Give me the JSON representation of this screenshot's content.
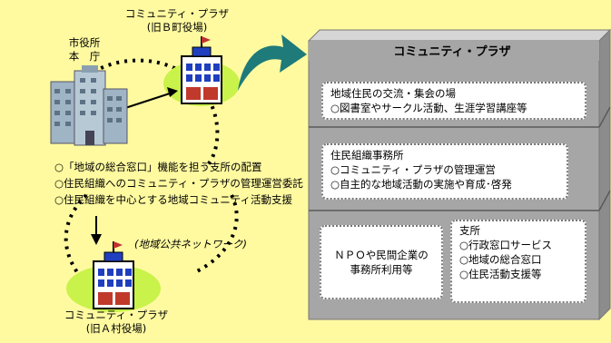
{
  "city_hall": {
    "line1": "市役所",
    "line2": "本　庁"
  },
  "plaza_b": {
    "line1": "コミュニティ・プラザ",
    "line2": "(旧Ｂ町役場)"
  },
  "plaza_a": {
    "line1": "コミュニティ・プラザ",
    "line2": "(旧Ａ村役場)"
  },
  "network_label": "(地域公共ネットワーク)",
  "bullets": [
    "○「地域の総合窓口」機能を担う支所の配置",
    "○住民組織へのコミュニティ・プラザの管理運営委託",
    "○住民組織を中心とする地域コミュニティ活動支援"
  ],
  "building": {
    "title": "コミュニティ・プラザ",
    "floor1": {
      "head": "地域住民の交流・集会の場",
      "item": "○図書室やサークル活動、生涯学習講座等"
    },
    "floor2": {
      "head": "住民組織事務所",
      "items": [
        "○コミュニティ・プラザの管理運営",
        "○自主的な地域活動の実施や育成･啓発"
      ]
    },
    "npo": {
      "line1": "ＮＰＯや民間企業の",
      "line2": "事務所利用等"
    },
    "branch": {
      "head": "支所",
      "items": [
        "○行政窓口サービス",
        "○地域の総合窓口",
        "○住民活動支援等"
      ]
    }
  },
  "colors": {
    "background": "#fffaa0",
    "building": "#a6a6a6",
    "arrow": "#1f7a7a",
    "oval": "#c9f24a"
  }
}
